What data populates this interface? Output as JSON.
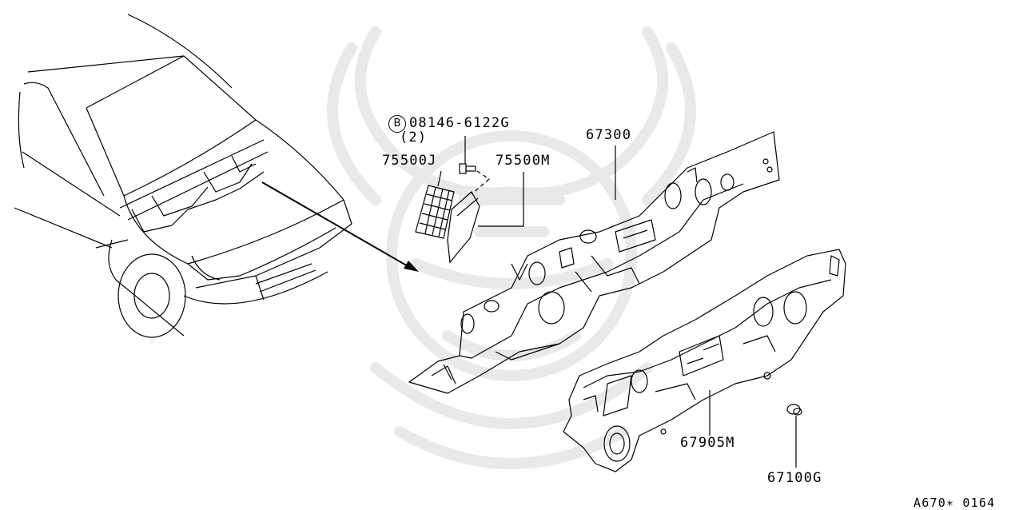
{
  "labels": {
    "bolt_symbol": "B",
    "bolt_part": "08146-6122G",
    "bolt_qty": "(2)",
    "p75500j": "75500J",
    "p75500m": "75500M",
    "p67300": "67300",
    "p67905m": "67905M",
    "p67100g": "67100G",
    "ref_code": "A670∗ 0164"
  },
  "colors": {
    "line": "#000000",
    "watermark": "#ebebeb",
    "background": "#ffffff"
  },
  "icons": {
    "watermark": "samurai-helmet-watermark-icon"
  }
}
